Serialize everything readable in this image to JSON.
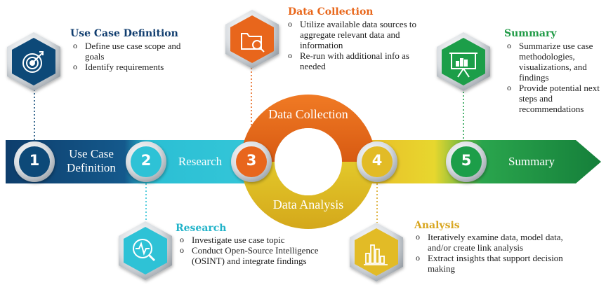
{
  "stages": [
    {
      "number": "1",
      "band_label": "Use Case Definition",
      "color": "#0f4a78",
      "icon": "target-icon",
      "title": "Use Case Definition",
      "title_color": "#0f3c6e",
      "bullets": [
        "Define use case scope and goals",
        "Identify requirements"
      ]
    },
    {
      "number": "2",
      "band_label": "Research",
      "color": "#2ec2d6",
      "icon": "search-pulse-icon",
      "title": "Research",
      "title_color": "#22b3c9",
      "bullets": [
        "Investigate use case topic",
        "Conduct Open-Source Intelligence (OSINT) and integrate findings"
      ]
    },
    {
      "number": "3",
      "band_label": "",
      "color": "#e8661a",
      "icon": "folder-search-icon",
      "title": "Data Collection",
      "title_color": "#e8661a",
      "bullets": [
        "Utilize available data sources to aggregate relevant data and information",
        "Re-run with additional info as needed"
      ]
    },
    {
      "number": "4",
      "band_label": "",
      "color": "#e2bb25",
      "icon": "bar-chart-icon",
      "title": "Analysis",
      "title_color": "#d8a51d",
      "bullets": [
        "Iteratively examine data, model data, and/or create link analysis",
        "Extract insights that support decision making"
      ]
    },
    {
      "number": "5",
      "band_label": "Summary",
      "color": "#1e9e4a",
      "icon": "presentation-board-icon",
      "title": "Summary",
      "title_color": "#1e9a45",
      "bullets": [
        "Summarize use case methodologies, visualizations, and findings",
        "Provide potential next steps and recommendations"
      ]
    }
  ],
  "ring": {
    "top_label": "Data Collection",
    "bottom_label": "Data Analysis"
  }
}
